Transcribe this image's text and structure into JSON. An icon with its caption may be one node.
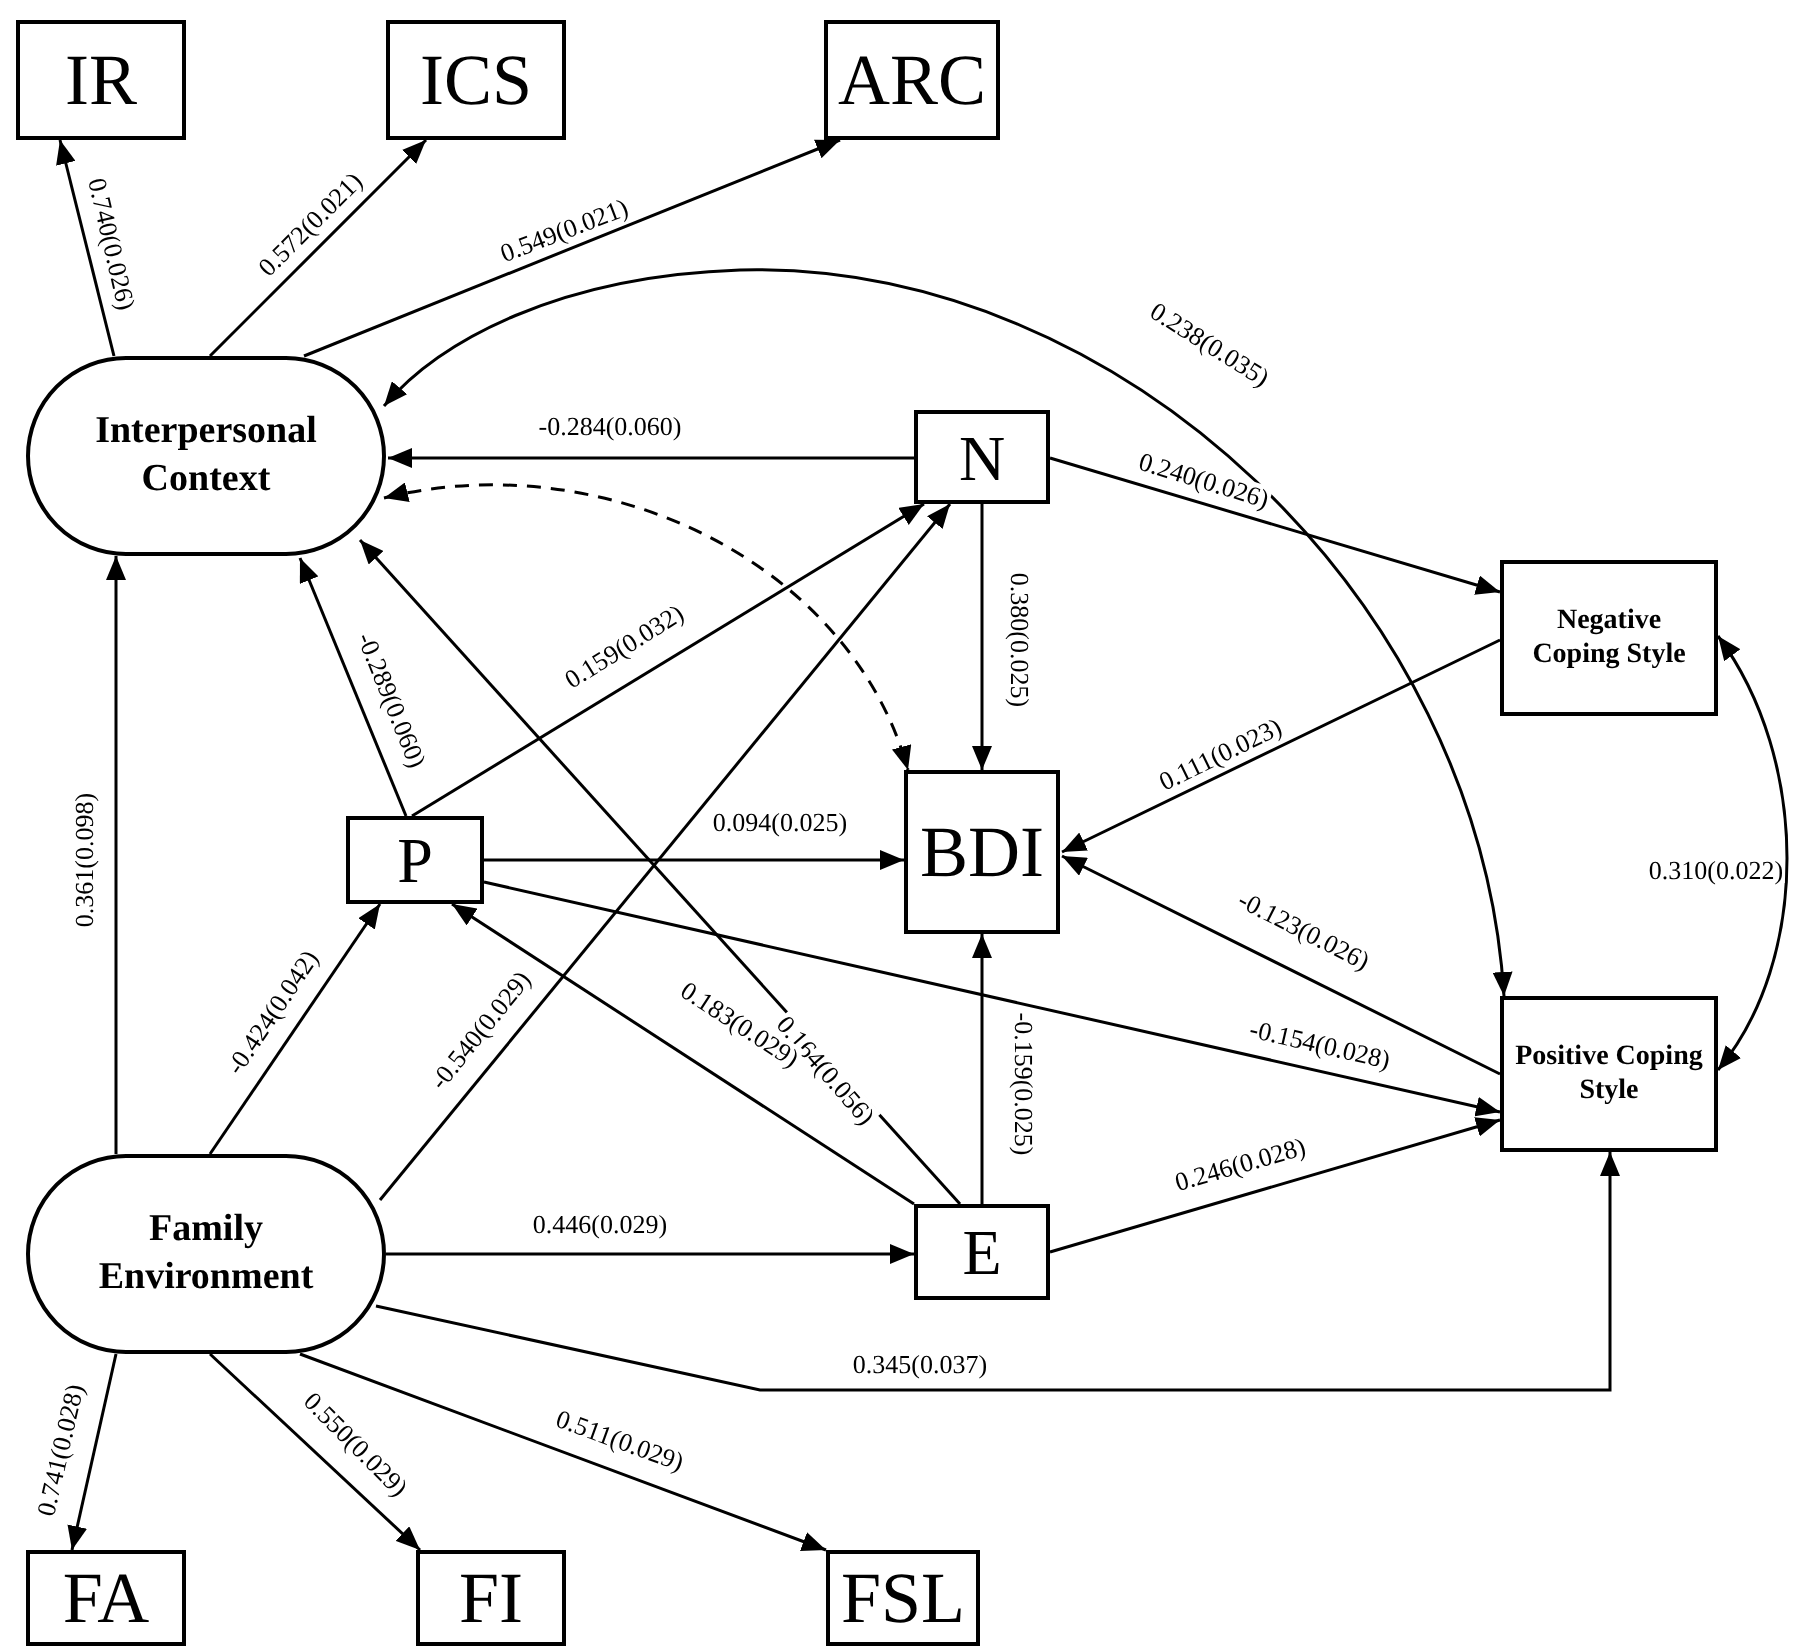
{
  "diagram": {
    "nodes": [
      {
        "text": [
          "IR"
        ]
      },
      {
        "text": [
          "ICS"
        ]
      },
      {
        "text": [
          "ARC"
        ]
      },
      {
        "text": [
          "Interpersonal Context"
        ]
      },
      {
        "text": [
          "N"
        ]
      },
      {
        "text": [
          "Negative Coping Style"
        ]
      },
      {
        "text": [
          "P"
        ]
      },
      {
        "text": [
          "BDI"
        ]
      },
      {
        "text": [
          "Positive Coping Style"
        ]
      },
      {
        "text": [
          "Family Environment"
        ]
      },
      {
        "text": [
          "E"
        ]
      },
      {
        "text": [
          "FA"
        ]
      },
      {
        "text": [
          "FI"
        ]
      },
      {
        "text": [
          "FSL"
        ]
      }
    ],
    "edges": [
      {
        "from": 3,
        "to": 0,
        "arrow": "to",
        "label": "0.740(0.026)"
      },
      {
        "from": 3,
        "to": 1,
        "arrow": "to",
        "label": "0.572(0.021)"
      },
      {
        "from": 3,
        "to": 2,
        "arrow": "to",
        "label": "0.549(0.021)"
      },
      {
        "from": 3,
        "to": 8,
        "arrow": "both",
        "label": "0.238(0.035)"
      },
      {
        "from": 4,
        "to": 3,
        "arrow": "to",
        "label": "-0.284(0.060)"
      },
      {
        "from": 3,
        "to": 7,
        "arrow": "both",
        "style": "dashed"
      },
      {
        "from": 6,
        "to": 3,
        "arrow": "to",
        "label": "-0.289(0.060)"
      },
      {
        "from": 10,
        "to": 3,
        "arrow": "to",
        "label": "0.164(0.056)"
      },
      {
        "from": 6,
        "to": 4,
        "arrow": "to",
        "label": "0.159(0.032)"
      },
      {
        "from": 9,
        "to": 4,
        "arrow": "to",
        "label": "-0.540(0.029)"
      },
      {
        "from": 4,
        "to": 7,
        "arrow": "to",
        "label": "0.380(0.025)"
      },
      {
        "from": 4,
        "to": 5,
        "arrow": "to",
        "label": "0.240(0.026)"
      },
      {
        "from": 5,
        "to": 7,
        "arrow": "to",
        "label": "0.111(0.023)"
      },
      {
        "from": 5,
        "to": 8,
        "arrow": "both",
        "label": "0.310(0.022)"
      },
      {
        "from": 6,
        "to": 7,
        "arrow": "to",
        "label": "0.094(0.025)"
      },
      {
        "from": 6,
        "to": 8,
        "arrow": "to",
        "label": "-0.154(0.028)"
      },
      {
        "from": 8,
        "to": 7,
        "arrow": "to",
        "label": "-0.123(0.026)"
      },
      {
        "from": 10,
        "to": 6,
        "arrow": "to",
        "label": "0.183(0.029)"
      },
      {
        "from": 10,
        "to": 7,
        "arrow": "to",
        "label": "-0.159(0.025)"
      },
      {
        "from": 10,
        "to": 8,
        "arrow": "to",
        "label": "0.246(0.028)"
      },
      {
        "from": 9,
        "to": 3,
        "arrow": "to",
        "label": "0.361(0.098)"
      },
      {
        "from": 9,
        "to": 6,
        "arrow": "to",
        "label": "-0.424(0.042)"
      },
      {
        "from": 9,
        "to": 10,
        "arrow": "to",
        "label": "0.446(0.029)"
      },
      {
        "from": 9,
        "to": 8,
        "arrow": "to",
        "label": "0.345(0.037)"
      },
      {
        "from": 9,
        "to": 11,
        "arrow": "to",
        "label": "0.741(0.028)"
      },
      {
        "from": 9,
        "to": 12,
        "arrow": "to",
        "label": "0.550(0.029)"
      },
      {
        "from": 9,
        "to": 13,
        "arrow": "to",
        "label": "0.511(0.029)"
      }
    ]
  }
}
